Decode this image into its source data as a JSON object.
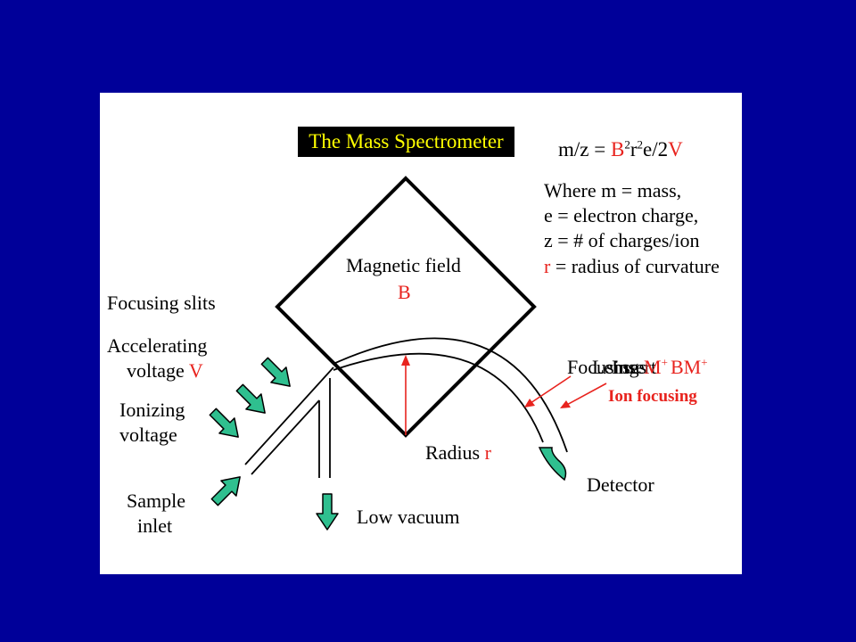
{
  "title": "The Mass Spectrometer",
  "equation": {
    "lhs": "m/z = ",
    "B": "B",
    "exp1": "2",
    "r": "r",
    "exp2": "2",
    "mid": "e/2",
    "V": "V"
  },
  "definitions": [
    {
      "text": "Where m = mass,"
    },
    {
      "text": "e = electron charge,"
    },
    {
      "text": "z = # of charges/ion"
    },
    {
      "sym": "r",
      "text": " = radius of curvature"
    }
  ],
  "magnet": {
    "label": "Magnetic field",
    "symbol": "B"
  },
  "labels": {
    "focusing_slits": "Focusing slits",
    "accelerating_1": "Accelerating",
    "accelerating_2": "voltage ",
    "accelerating_sym": "V",
    "ionizing_1": "Ionizing",
    "ionizing_2": "voltage",
    "sample_1": "Sample",
    "sample_2": "inlet",
    "radius": "Radius ",
    "radius_sym": "r",
    "detector": "Detector",
    "low_vacuum": "Low vacuum",
    "overlap_a": "Focusing",
    "overlap_b": "Lenses",
    "overlap_c": "Insert",
    "ion_m": "M",
    "ion_bm": "BM",
    "ion_plus": "+",
    "ion_focusing": "Ion focusing"
  },
  "colors": {
    "background": "#000099",
    "slide": "#ffffff",
    "title_bg": "#000000",
    "title_fg": "#ffff00",
    "accent_red": "#e8231e",
    "arrow_green": "#2fbf8f"
  }
}
